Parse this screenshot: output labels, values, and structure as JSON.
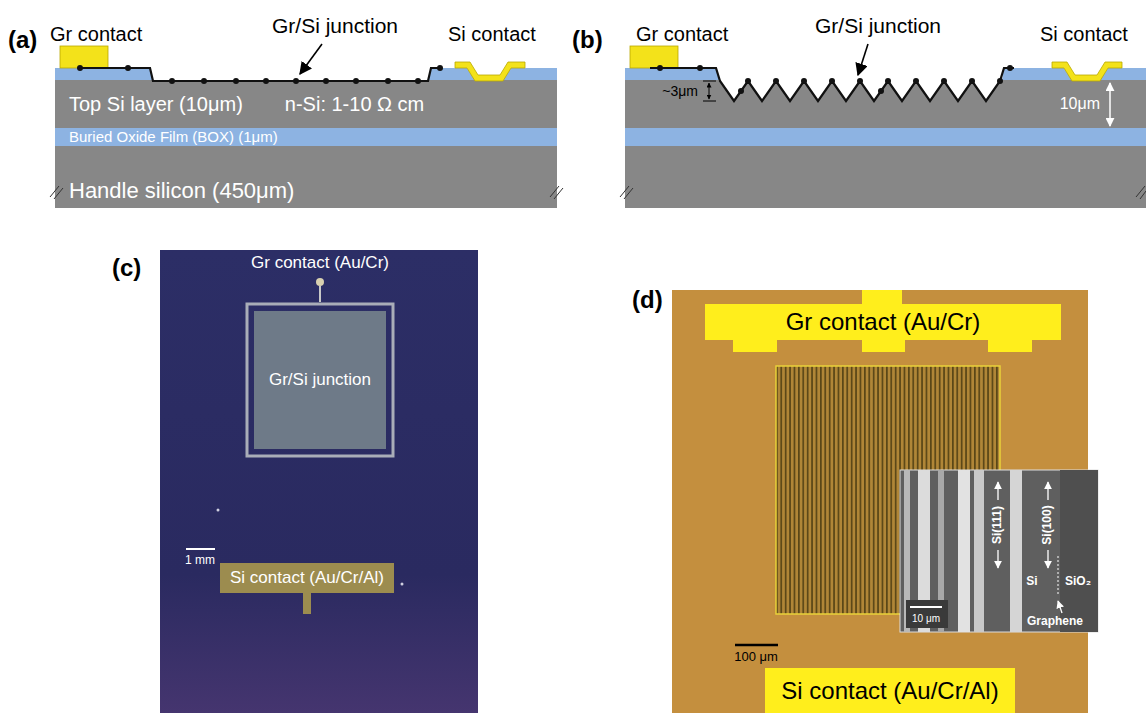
{
  "diagram": {
    "nodes": [
      {
        "text": [
          "Top Si layer (10μm)",
          "n-Si: 1-10 Ω cm"
        ]
      },
      {
        "text": [
          "Buried Oxide Film (BOX) (1μm)"
        ]
      },
      {
        "text": [
          "Handle silicon (450μm)"
        ]
      },
      {
        "text": [
          "Gr/Si junction"
        ]
      },
      {
        "text": [
          "Si contact (Au/Cr/Al)"
        ]
      },
      {
        "text": [
          "Gr contact (Au/Cr)"
        ]
      },
      {
        "text": [
          "Si contact (Au/Cr/Al)"
        ]
      }
    ],
    "labels": [
      "(a)",
      "Gr contact",
      "Gr/Si junction",
      "Si contact",
      "(b)",
      "Gr contact",
      "Gr/Si junction",
      "Si contact",
      "~3μm",
      "10μm",
      "(c)",
      "Gr contact (Au/Cr)",
      "1 mm",
      "(d)",
      "Si(111)",
      "Si(100)",
      "Si",
      "SiO₂",
      "10 μm",
      "Graphene",
      "100 μm"
    ]
  }
}
